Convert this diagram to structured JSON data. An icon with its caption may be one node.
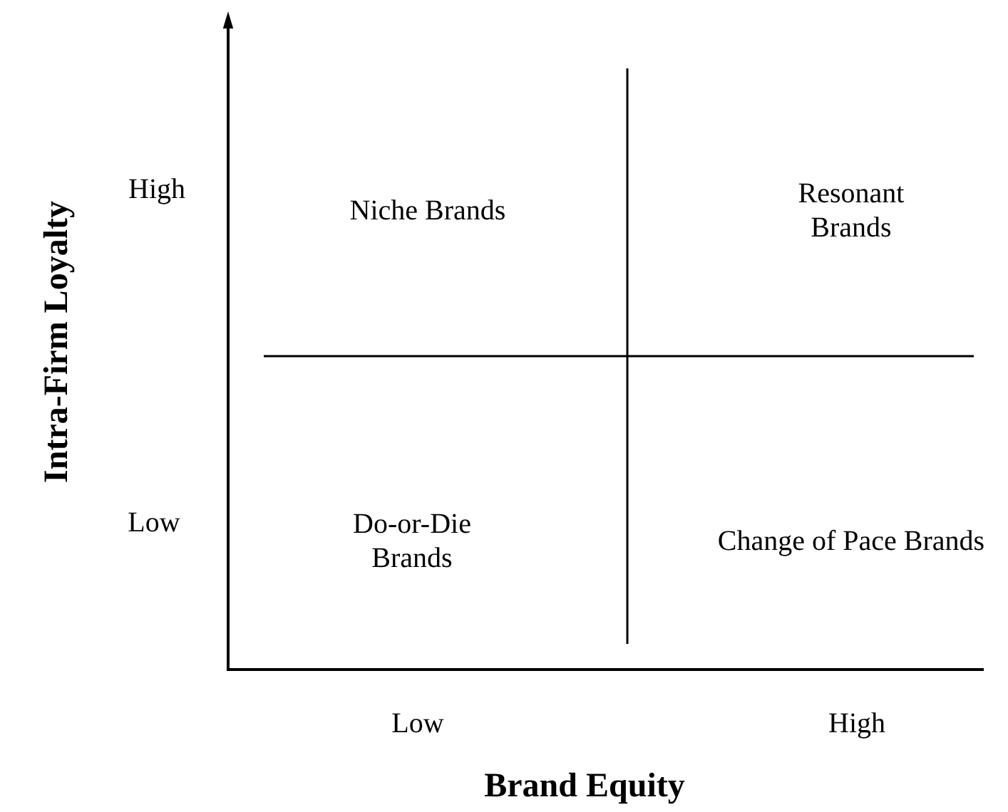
{
  "diagram": {
    "labels": [
      "High",
      "Niche Brands",
      "Resonant Brands",
      "Low",
      "Do-or-Die Brands",
      "Change of Pace Brands",
      "Low",
      "High",
      "Intra-Firm Loyalty",
      "Brand Equity"
    ]
  }
}
